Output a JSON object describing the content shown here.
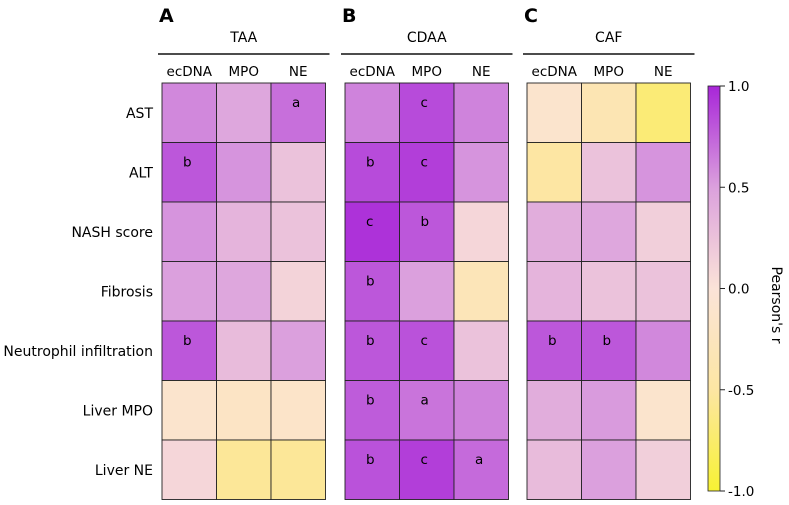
{
  "chart_data": {
    "type": "heatmap",
    "rows": [
      "AST",
      "ALT",
      "NASH score",
      "Fibrosis",
      "Neutrophil infiltration",
      "Liver MPO",
      "Liver NE"
    ],
    "columns": [
      "ecDNA",
      "MPO",
      "NE"
    ],
    "panels": [
      {
        "letter": "A",
        "title": "TAA",
        "values": [
          [
            0.6,
            0.45,
            0.7
          ],
          [
            0.8,
            0.55,
            0.25
          ],
          [
            0.55,
            0.35,
            0.25
          ],
          [
            0.5,
            0.45,
            0.12
          ],
          [
            0.8,
            0.3,
            0.5
          ],
          [
            -0.1,
            -0.18,
            -0.14
          ],
          [
            0.1,
            -0.55,
            -0.55
          ]
        ],
        "annotations": [
          [
            "",
            "",
            "a"
          ],
          [
            "b",
            "",
            ""
          ],
          [
            "",
            "",
            ""
          ],
          [
            "",
            "",
            ""
          ],
          [
            "b",
            "",
            ""
          ],
          [
            "",
            "",
            ""
          ],
          [
            "",
            "",
            ""
          ]
        ]
      },
      {
        "letter": "B",
        "title": "CDAA",
        "values": [
          [
            0.62,
            0.85,
            0.62
          ],
          [
            0.85,
            0.9,
            0.55
          ],
          [
            0.95,
            0.8,
            0.1
          ],
          [
            0.8,
            0.5,
            -0.3
          ],
          [
            0.8,
            0.82,
            0.25
          ],
          [
            0.78,
            0.68,
            0.62
          ],
          [
            0.82,
            0.9,
            0.72
          ]
        ],
        "annotations": [
          [
            "",
            "c",
            ""
          ],
          [
            "b",
            "c",
            ""
          ],
          [
            "c",
            "b",
            ""
          ],
          [
            "b",
            "",
            ""
          ],
          [
            "b",
            "c",
            ""
          ],
          [
            "b",
            "a",
            ""
          ],
          [
            "b",
            "c",
            "a"
          ]
        ]
      },
      {
        "letter": "C",
        "title": "CAF",
        "values": [
          [
            -0.1,
            -0.35,
            -0.7
          ],
          [
            -0.5,
            0.25,
            0.55
          ],
          [
            0.4,
            0.45,
            0.15
          ],
          [
            0.35,
            0.25,
            0.25
          ],
          [
            0.8,
            0.8,
            0.6
          ],
          [
            0.4,
            0.52,
            -0.1
          ],
          [
            0.3,
            0.5,
            0.15
          ]
        ],
        "annotations": [
          [
            "",
            "",
            ""
          ],
          [
            "",
            "",
            ""
          ],
          [
            "",
            "",
            ""
          ],
          [
            "",
            "",
            ""
          ],
          [
            "b",
            "b",
            ""
          ],
          [
            "",
            "",
            ""
          ],
          [
            "",
            "",
            ""
          ]
        ]
      }
    ],
    "colorbar": {
      "label": "Pearson's r",
      "ticks": [
        "1.0",
        "0.5",
        "0.0",
        "-0.5",
        "-1.0"
      ],
      "range": [
        -1.0,
        1.0
      ],
      "colors": {
        "low": "#f7f233",
        "mid_low": "#fde6a3",
        "zero": "#fbe3d8",
        "mid_high": "#dba0dd",
        "high": "#a826d8"
      }
    }
  }
}
